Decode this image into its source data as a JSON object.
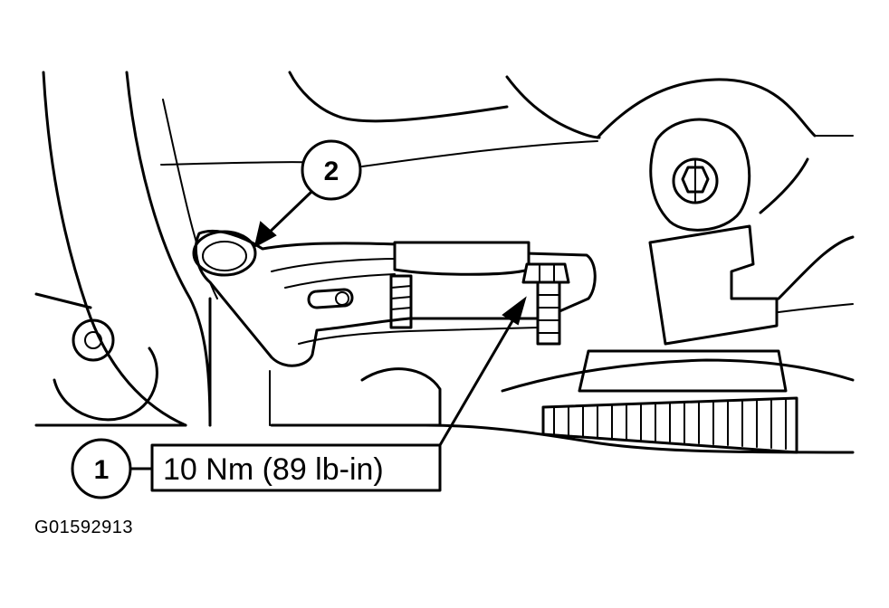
{
  "callouts": [
    {
      "number": "1",
      "label": "10 Nm (89 lb-in)"
    },
    {
      "number": "2"
    }
  ],
  "figure_id": "G01592913"
}
